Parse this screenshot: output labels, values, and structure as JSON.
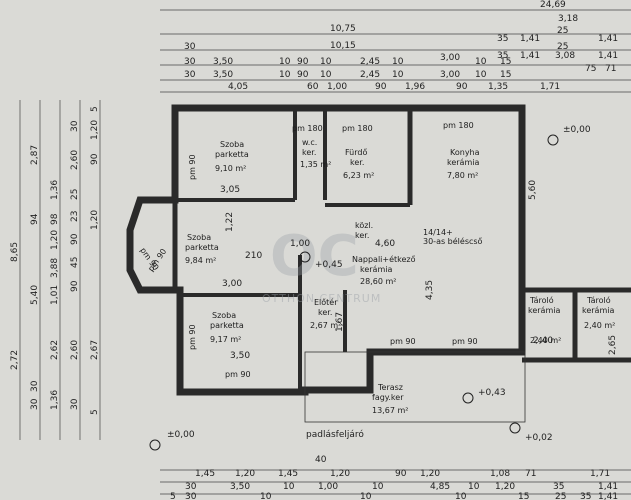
{
  "top_dims": {
    "row1": [
      "24,69"
    ],
    "row2": [
      "3,18"
    ],
    "row3": [
      "10,75",
      "35",
      "1,41",
      "25",
      "1,41"
    ],
    "row4": [
      "30",
      "10,15",
      "35",
      "1,41",
      "25",
      "1,41"
    ],
    "row5": [
      "30",
      "3,50",
      "10",
      "90",
      "10",
      "2,45",
      "10",
      "3,00",
      "10",
      "15",
      "3,08"
    ],
    "row6": [
      "30",
      "3,50",
      "10",
      "90",
      "10",
      "2,45",
      "10",
      "3,00",
      "10",
      "15",
      "75",
      "71"
    ],
    "row7": [
      "4,05",
      "60",
      "1,00",
      "90",
      "1,96",
      "90",
      "1,35",
      "1,71"
    ]
  },
  "left_dims": {
    "col1": [
      "8,65",
      "2,72"
    ],
    "col2": [
      "2,87",
      "94",
      "5,40",
      "30",
      "30"
    ],
    "col3": [
      "1,36",
      "98",
      "1,20",
      "3,88",
      "1,01",
      "2,62",
      "1,36"
    ],
    "col4": [
      "30",
      "2,60",
      "25",
      "23",
      "90",
      "45",
      "90",
      "2,60",
      "30"
    ],
    "col5": [
      "5",
      "1,20",
      "90",
      "1,20",
      "2,67",
      "5"
    ]
  },
  "rooms": [
    {
      "name": "Szoba",
      "floor": "parketta",
      "area": "9,10 m²"
    },
    {
      "name": "w.c.",
      "floor": "ker.",
      "area": "1,35 m²"
    },
    {
      "name": "Fürdő",
      "floor": "ker.",
      "area": "6,23 m²"
    },
    {
      "name": "Konyha",
      "floor": "kerámia",
      "area": "7,80 m²"
    },
    {
      "name": "Szoba",
      "floor": "parketta",
      "area": "9,84 m²"
    },
    {
      "name": "közl.",
      "floor": "ker.",
      "area": ""
    },
    {
      "name": "Nappali+étkező",
      "floor": "kerámia",
      "area": "28,60 m²"
    },
    {
      "name": "Szoba",
      "floor": "parketta",
      "area": "9,17 m²"
    },
    {
      "name": "Előtér",
      "floor": "ker.",
      "area": "2,67 m²"
    },
    {
      "name": "Terasz",
      "floor": "fagy.ker",
      "area": "13,67 m²"
    },
    {
      "name": "Tároló",
      "floor": "kerámia",
      "area": "2,40 m²"
    },
    {
      "name": "Tároló",
      "floor": "kerámia",
      "area": "2,40 m²"
    }
  ],
  "labels": {
    "pm180_a": "pm 180",
    "pm180_b": "pm 180",
    "pm180_c": "pm 180",
    "pm90_a": "pm 90",
    "pm90_b": "pm 90",
    "pm90_c": "pm 90",
    "pm90_d": "pm 90",
    "pm90_e": "pm 90",
    "pm90_f": "pm 90",
    "pm90_g": "pm 90",
    "chimney": "14/14+",
    "bricks": "30-as béléscső",
    "level_zero_right": "±0,00",
    "level_zero_left": "±0,00",
    "level_plus045": "+0,45",
    "level_plus043": "+0,43",
    "level_plus002": "+0,02",
    "attic": "padlásfeljáró",
    "dim_305": "3,05",
    "dim_350": "3,50",
    "dim_300": "3,00",
    "dim_460": "4,60",
    "dim_435": "4,35",
    "dim_560": "5,60",
    "dim_122": "1,22",
    "dim_167": "1,67",
    "dim_240": "2,40",
    "dim_265": "2,65",
    "dim_100": "1,00",
    "dim_210": "210",
    "dim_40": "40",
    "watermark_main": "OC",
    "watermark_sub": "OTTHON CENTRUM"
  },
  "bottom_dims": {
    "row1": [
      "1,45",
      "1,20",
      "1,45",
      "1,20",
      "90",
      "1,20",
      "1,08",
      "71",
      "1,71"
    ],
    "row2": [
      "30",
      "3,50",
      "10",
      "1,00",
      "10",
      "4,85",
      "10",
      "1,20",
      "35",
      "1,41"
    ],
    "row3": [
      "5",
      "30",
      "10",
      "10",
      "10",
      "15",
      "25",
      "35",
      "1,41"
    ]
  }
}
